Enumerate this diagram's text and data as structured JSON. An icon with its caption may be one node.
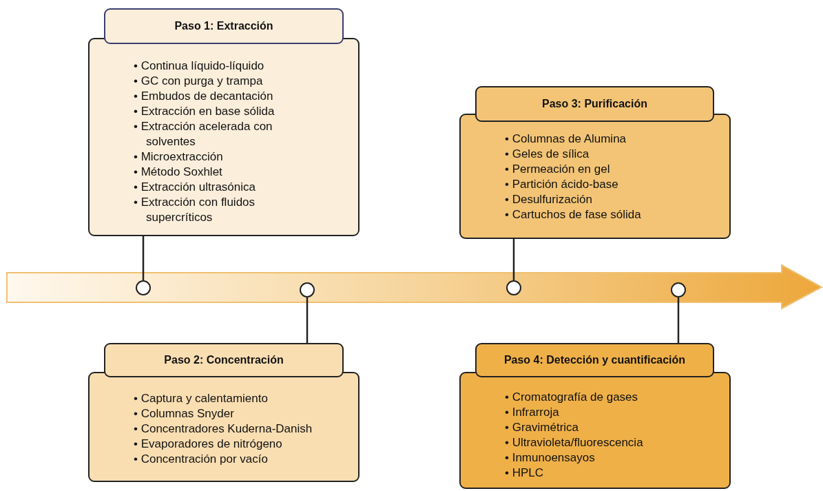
{
  "diagram": {
    "nodes": [
      {
        "text": [
          "Paso 1: Extracción",
          "• Continua líquido-líquido",
          "• GC con purga y trampa",
          "• Embudos de decantación",
          "• Extracción en base sólida",
          "• Extracción acelerada con solventes",
          "• Microextracción",
          "• Método Soxhlet",
          "• Extracción ultrasónica",
          "• Extracción con fluidos supercríticos"
        ]
      },
      {
        "text": [
          "Paso 2: Concentración",
          "• Captura y calentamiento",
          "• Columnas Snyder",
          "• Concentradores Kuderna-Danish",
          "• Evaporadores de nitrógeno",
          "• Concentración por vacío"
        ]
      },
      {
        "text": [
          "Paso 3: Purificación",
          "• Columnas de Alumina",
          "• Geles de sílica",
          "• Permeación en gel",
          "• Partición ácido-base",
          "• Desulfurización",
          "• Cartuchos de fase sólida"
        ]
      },
      {
        "text": [
          "Paso 4: Detección y cuantificación",
          "• Cromatografía de gases",
          "• Infrarroja",
          "• Gravimétrica",
          "• Ultravioleta/fluorescencia",
          "• Inmunoensayos",
          "• HPLC"
        ]
      },
      {
        "text": [],
        "shape": "circle"
      },
      {
        "text": [],
        "shape": "circle"
      },
      {
        "text": [],
        "shape": "circle"
      },
      {
        "text": [],
        "shape": "circle"
      }
    ],
    "edges": [
      {
        "from": 0,
        "to": 4,
        "arrow": "none"
      },
      {
        "from": 1,
        "to": 5,
        "arrow": "none"
      },
      {
        "from": 2,
        "to": 6,
        "arrow": "none"
      },
      {
        "from": 3,
        "to": 7,
        "arrow": "none"
      }
    ]
  }
}
